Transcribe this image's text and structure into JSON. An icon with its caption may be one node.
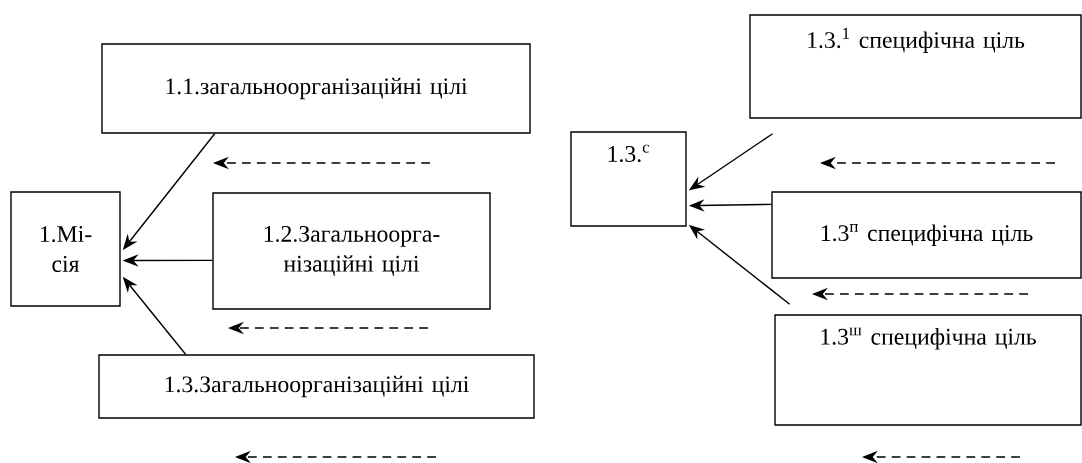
{
  "diagram": {
    "nodes": [
      {
        "text": [
          "1.Мі- сія"
        ]
      },
      {
        "text": [
          "1.1.загальноорганізаційні цілі"
        ]
      },
      {
        "text": [
          "1.2.Загальноорга- нізаційні цілі"
        ]
      },
      {
        "text": [
          "1.3.Загальноорганізаційні цілі"
        ]
      },
      {
        "text": [
          "1.3.$^{c}$"
        ]
      },
      {
        "text": [
          "1.3.$^{1}$ специфічна ціль"
        ]
      },
      {
        "text": [
          "1.3$^{п}$ специфічна ціль"
        ]
      },
      {
        "text": [
          "1.3$^{ш}$ специфічна ціль"
        ]
      }
    ],
    "edges": [
      {
        "from": 1,
        "to": 0,
        "arrow": "to"
      },
      {
        "from": 2,
        "to": 0,
        "arrow": "to"
      },
      {
        "from": 3,
        "to": 0,
        "arrow": "to"
      },
      {
        "from": 5,
        "to": 4,
        "arrow": "to"
      },
      {
        "from": 6,
        "to": 4,
        "arrow": "to"
      },
      {
        "from": 7,
        "to": 4,
        "arrow": "to"
      }
    ]
  }
}
